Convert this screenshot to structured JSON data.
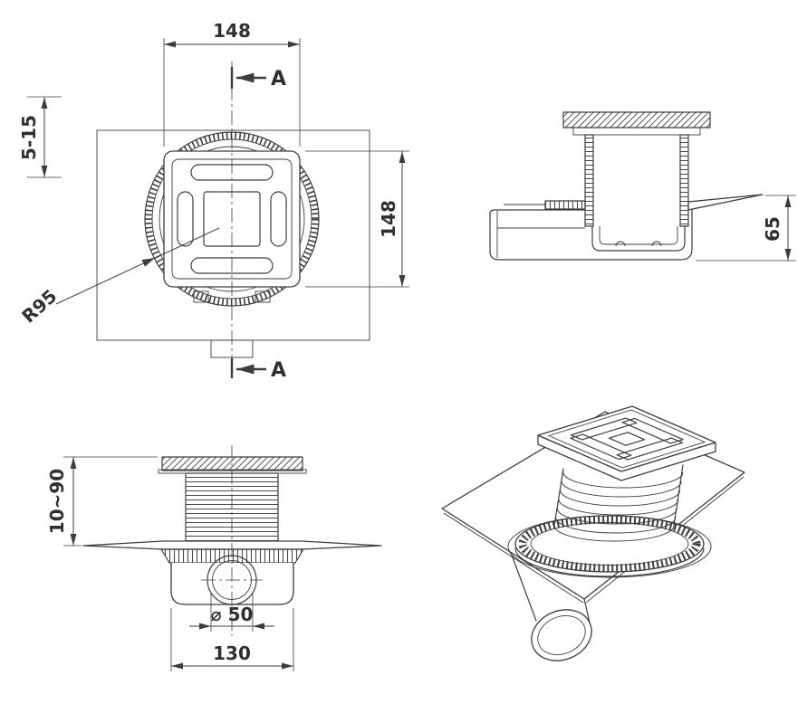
{
  "page": {
    "background": "#ffffff"
  },
  "colors": {
    "line": "#3d3d3d",
    "dim_text": "#2f2f2f"
  },
  "views": {
    "plan": {
      "name": "top-view",
      "dim_width_top": "148",
      "dim_height_right": "148",
      "dim_membrane_left": "5-15",
      "radius_label": "R95",
      "section_label_top": "A",
      "section_label_bottom": "A"
    },
    "section": {
      "name": "side-section-view",
      "dim_height_right": "65"
    },
    "front": {
      "name": "front-view",
      "dim_adjust_left": "10~90",
      "dim_outlet_diameter": "⌀ 50",
      "dim_body_width": "130"
    },
    "iso": {
      "name": "isometric-view"
    }
  }
}
